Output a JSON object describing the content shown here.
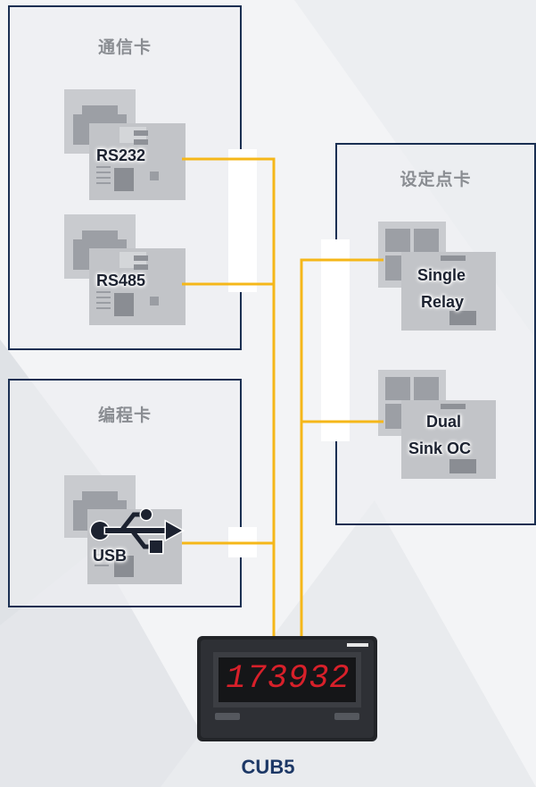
{
  "panels": {
    "comm": {
      "title": "通信卡"
    },
    "setpoint": {
      "title": "设定点卡"
    },
    "programming": {
      "title": "编程卡"
    }
  },
  "cards": {
    "rs232": {
      "label": "RS232"
    },
    "rs485": {
      "label": "RS485"
    },
    "single_relay": {
      "line1": "Single",
      "line2": "Relay"
    },
    "dual_sink": {
      "line1": "Dual",
      "line2": "Sink OC"
    },
    "usb": {
      "label": "USB"
    }
  },
  "device": {
    "display_value": "173932",
    "name": "CUB5"
  },
  "colors": {
    "panel_border": "#1a2f52",
    "wire": "#f5b719",
    "display_digits": "#d8202a",
    "title_text": "#1d3866"
  }
}
